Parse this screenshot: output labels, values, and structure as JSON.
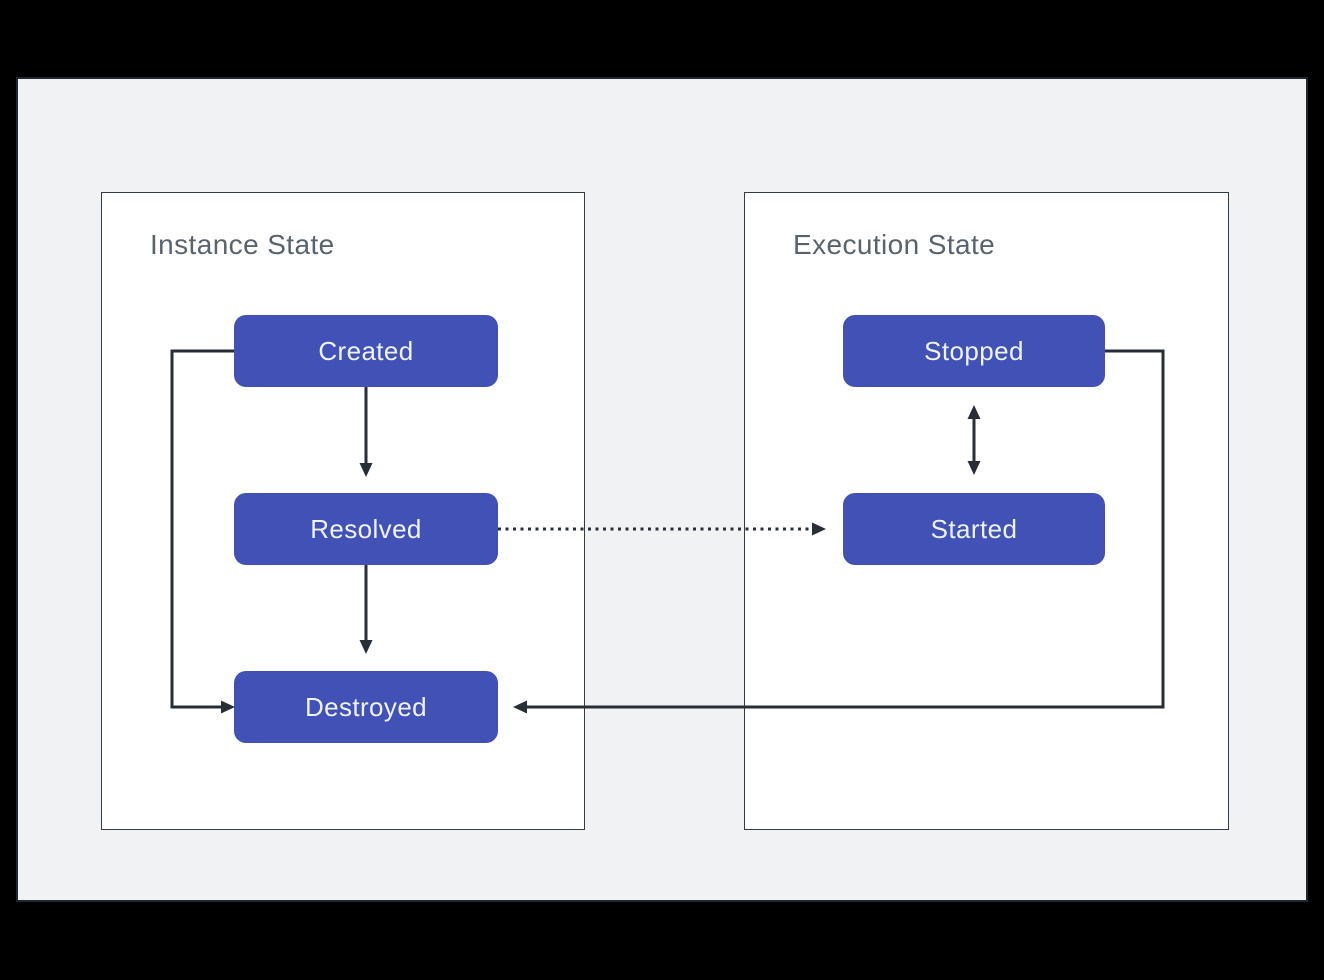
{
  "page": {
    "background": "#000000",
    "canvas_background": "#f0f2f4"
  },
  "colors": {
    "node_fill": "#4151b5",
    "node_text": "#eef2f9",
    "panel_background": "#ffffff",
    "panel_border": "#333b44",
    "panel_title_text": "#59636d",
    "connector": "#272e35"
  },
  "panels": [
    {
      "title": "Instance State",
      "nodes": [
        {
          "label": "Created"
        },
        {
          "label": "Resolved"
        },
        {
          "label": "Destroyed"
        }
      ]
    },
    {
      "title": "Execution State",
      "nodes": [
        {
          "label": "Stopped"
        },
        {
          "label": "Started"
        }
      ]
    }
  ],
  "edges": [
    {
      "from": "Created",
      "to": "Resolved",
      "style": "solid",
      "arrows": "forward"
    },
    {
      "from": "Resolved",
      "to": "Destroyed",
      "style": "solid",
      "arrows": "forward"
    },
    {
      "from": "Created",
      "to": "Destroyed",
      "style": "solid",
      "arrows": "forward"
    },
    {
      "from": "Resolved",
      "to": "Started",
      "style": "dotted",
      "arrows": "forward"
    },
    {
      "from": "Stopped",
      "to": "Started",
      "style": "solid",
      "arrows": "both"
    },
    {
      "from": "Stopped",
      "to": "Destroyed",
      "style": "solid",
      "arrows": "forward"
    }
  ]
}
